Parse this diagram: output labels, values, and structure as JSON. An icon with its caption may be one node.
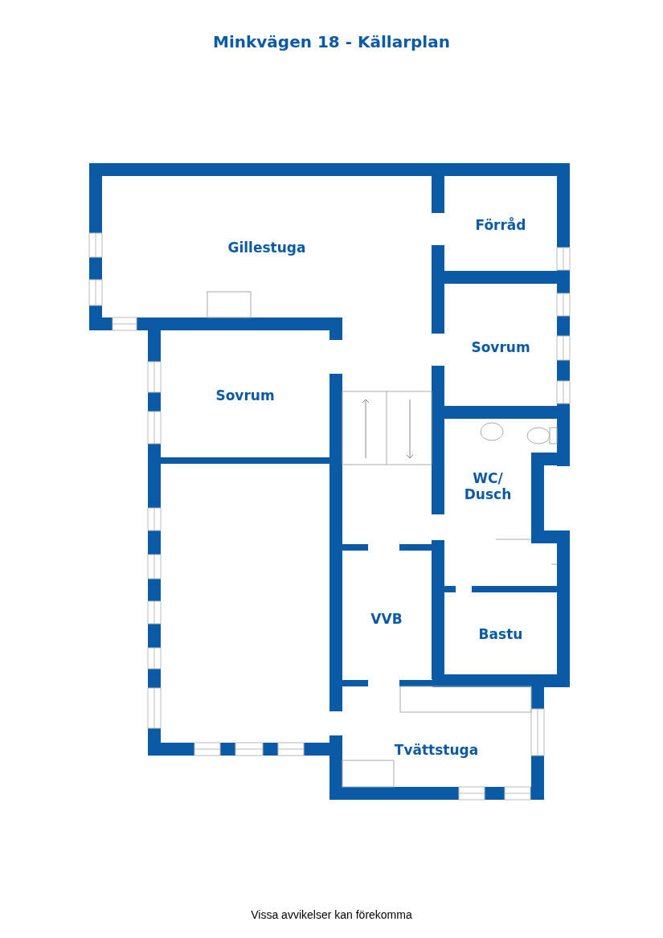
{
  "diagram": {
    "title": "Minkvägen 18 - Källarplan",
    "caption": "Vissa avvikelser kan förekomma",
    "labels": [
      "Gillestuga",
      "Förråd",
      "Sovrum",
      "Sovrum",
      "WC/ Dusch",
      "VVB",
      "Bastu",
      "Tvättstuga"
    ]
  }
}
